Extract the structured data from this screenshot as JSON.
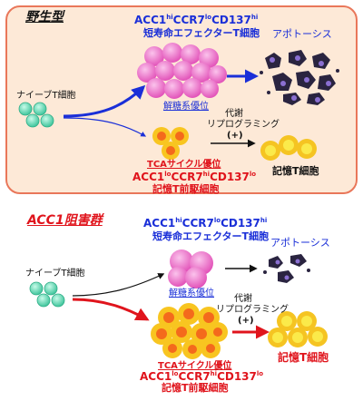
{
  "panel1": {
    "title": "野生型",
    "naive_label": "ナイーブT細胞",
    "effector_phenotype": [
      "ACC1",
      "hi",
      "CCR7",
      "lo",
      "CD137",
      "hi"
    ],
    "effector_name": "短寿命エフェクターT細胞",
    "apoptosis_label": "アポトーシス",
    "glycolysis_label": "解糖系優位",
    "metabolic_label_1": "代謝",
    "metabolic_label_2": "リプログラミング",
    "metabolic_plus": "(+)",
    "memory_label": "記憶T細胞",
    "tca_label": "TCAサイクル優位",
    "precursor_phenotype": [
      "ACC1",
      "lo",
      "CCR7",
      "hi",
      "CD137",
      "lo"
    ],
    "precursor_name": "記憶T前駆細胞"
  },
  "panel2": {
    "title": "ACC1阻害群",
    "naive_label": "ナイーブT細胞",
    "effector_phenotype": [
      "ACC1",
      "hi",
      "CCR7",
      "lo",
      "CD137",
      "hi"
    ],
    "effector_name": "短寿命エフェクターT細胞",
    "apoptosis_label": "アポトーシス",
    "glycolysis_label": "解糖系優位",
    "metabolic_label_1": "代謝",
    "metabolic_label_2": "リプログラミング",
    "metabolic_plus": "(+)",
    "memory_label": "記憶T細胞",
    "tca_label": "TCAサイクル優位",
    "precursor_phenotype": [
      "ACC1",
      "lo",
      "CCR7",
      "hi",
      "CD137",
      "lo"
    ],
    "precursor_name": "記憶T前駆細胞"
  },
  "colors": {
    "panel_fill": "#fde9d7",
    "panel_border": "#e9775a",
    "naive_cell": "#5fd9b5",
    "effector_cell": "#f07ccf",
    "precursor_outer": "#f8c520",
    "precursor_inner": "#f46a1c",
    "memory_outer": "#f5c422",
    "memory_inner": "#fbea4a",
    "apoptotic_cell": "#2a2440",
    "blue_arrow": "#1a2fd8",
    "red_arrow": "#e0141c"
  }
}
